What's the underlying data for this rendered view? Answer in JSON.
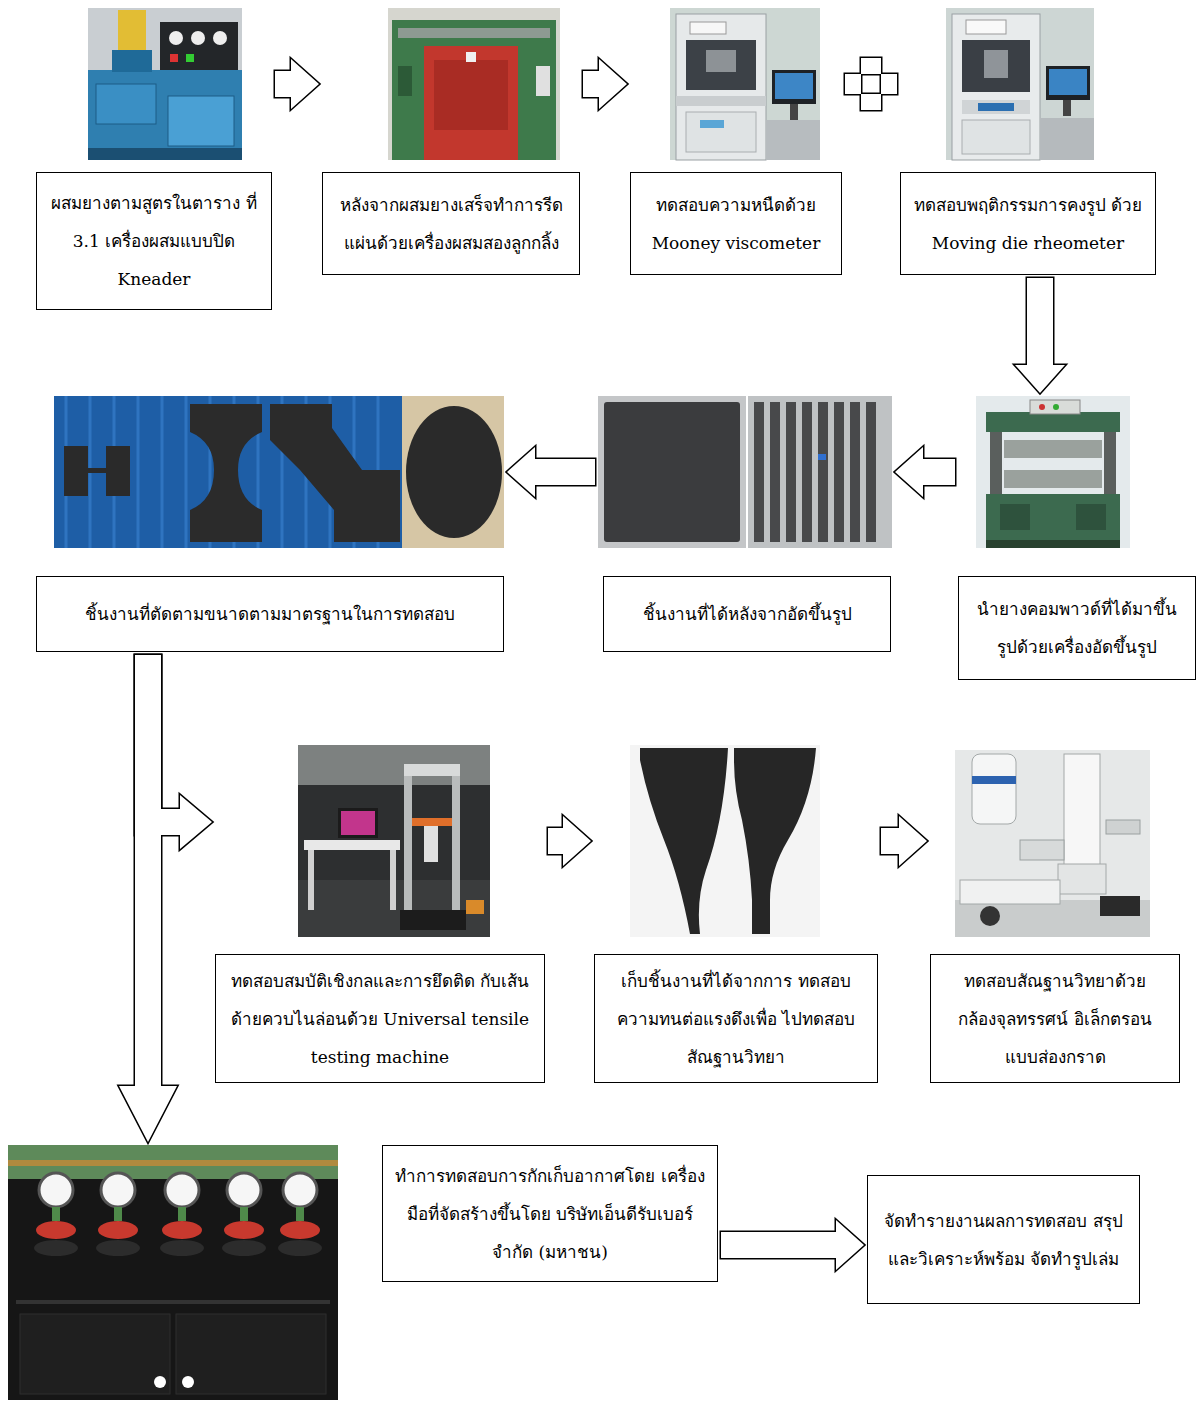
{
  "diagram": {
    "nodes": [
      {
        "text": [
          "ผสมยางตามสูตรในตาราง ที่ 3.1 เครื่องผสมแบบปิด Kneader"
        ]
      },
      {
        "text": [
          "หลังจากผสมยางเสร็จทำการรีด แผ่นด้วยเครื่องผสมสองลูกกลิ้ง"
        ]
      },
      {
        "text": [
          "ทดสอบความหนืดด้วย Mooney viscometer"
        ]
      },
      {
        "text": [
          "ทดสอบพฤติกรรมการคงรูป ด้วย Moving die rheometer"
        ]
      },
      {
        "text": [
          "นำยางคอมพาวด์ที่ได้มาขึ้น รูปด้วยเครื่องอัดขึ้นรูป"
        ]
      },
      {
        "text": [
          "ชิ้นงานที่ได้หลังจากอัดขึ้นรูป"
        ]
      },
      {
        "text": [
          "ชิ้นงานที่ตัดตามขนาดตามมาตรฐานในการทดสอบ"
        ]
      },
      {
        "text": [
          "ทดสอบสมบัติเชิงกลและการยึดติด กับเส้นด้ายควบไนล่อนด้วย Universal tensile testing machine"
        ]
      },
      {
        "text": [
          "เก็บชิ้นงานที่ได้จากการ ทดสอบความทนต่อแรงดึงเพื่อ ไปทดสอบสัณฐานวิทยา"
        ]
      },
      {
        "text": [
          "ทดสอบสัณฐานวิทยาด้วย กล้องจุลทรรศน์ อิเล็กตรอนแบบส่องกราด"
        ]
      },
      {
        "text": [
          "ทำการทดสอบการกักเก็บอากาศโดย เครื่องมือที่จัดสร้างขึ้นโดย บริษัทเอ็นดีรับเบอร์ จำกัด (มหาชน)"
        ]
      },
      {
        "text": [
          "จัดทำรายงานผลการทดสอบ สรุปและวิเคราะห์พร้อม จัดทำรูปเล่ม"
        ]
      }
    ],
    "edges": [
      {
        "from": 0,
        "to": 1,
        "arrow": "to"
      },
      {
        "from": 1,
        "to": 2,
        "arrow": "to"
      },
      {
        "from": 2,
        "to": 3,
        "arrow": "none"
      },
      {
        "from": 3,
        "to": 4,
        "arrow": "to"
      },
      {
        "from": 4,
        "to": 5,
        "arrow": "to"
      },
      {
        "from": 5,
        "to": 6,
        "arrow": "to"
      },
      {
        "from": 6,
        "to": 7,
        "arrow": "to"
      },
      {
        "from": 6,
        "to": 10,
        "arrow": "to"
      },
      {
        "from": 7,
        "to": 8,
        "arrow": "to"
      },
      {
        "from": 8,
        "to": 9,
        "arrow": "to"
      },
      {
        "from": 10,
        "to": 11,
        "arrow": "to"
      }
    ]
  }
}
